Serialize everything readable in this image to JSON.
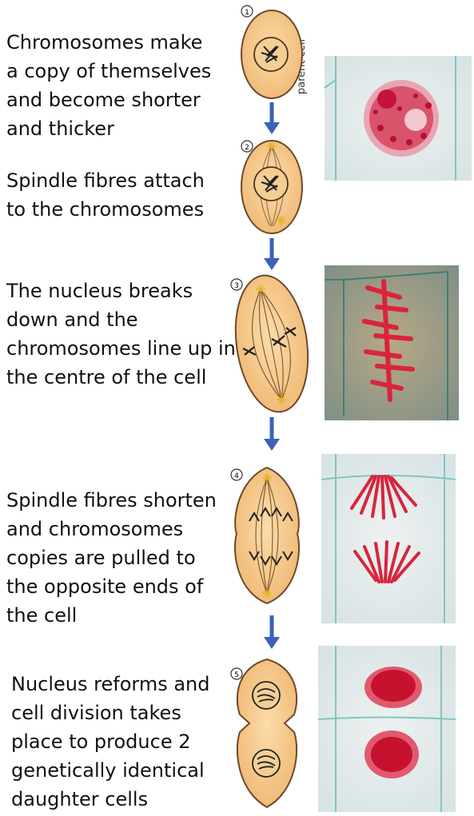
{
  "stages": [
    {
      "number": "1",
      "caption": "Chromosomes make\na copy of themselves\nand become shorter\nand thicker"
    },
    {
      "number": "2",
      "caption": "Spindle fibres attach\nto the chromosomes"
    },
    {
      "number": "3",
      "caption": "The nucleus breaks\ndown and the\nchromosomes line up in\nthe centre of the cell"
    },
    {
      "number": "4",
      "caption": "Spindle fibres shorten\nand chromosomes\ncopies are pulled to\nthe opposite ends of\nthe cell"
    },
    {
      "number": "5",
      "caption": "Nucleus reforms and\ncell division takes\nplace to produce 2\ngenetically identical\ndaughter cells"
    }
  ],
  "side_label": "parent cell",
  "colors": {
    "cell_fill": "#f6c98b",
    "cell_stroke": "#6b4a2a",
    "arrow": "#3a62b8",
    "stain": "#d9243c"
  }
}
